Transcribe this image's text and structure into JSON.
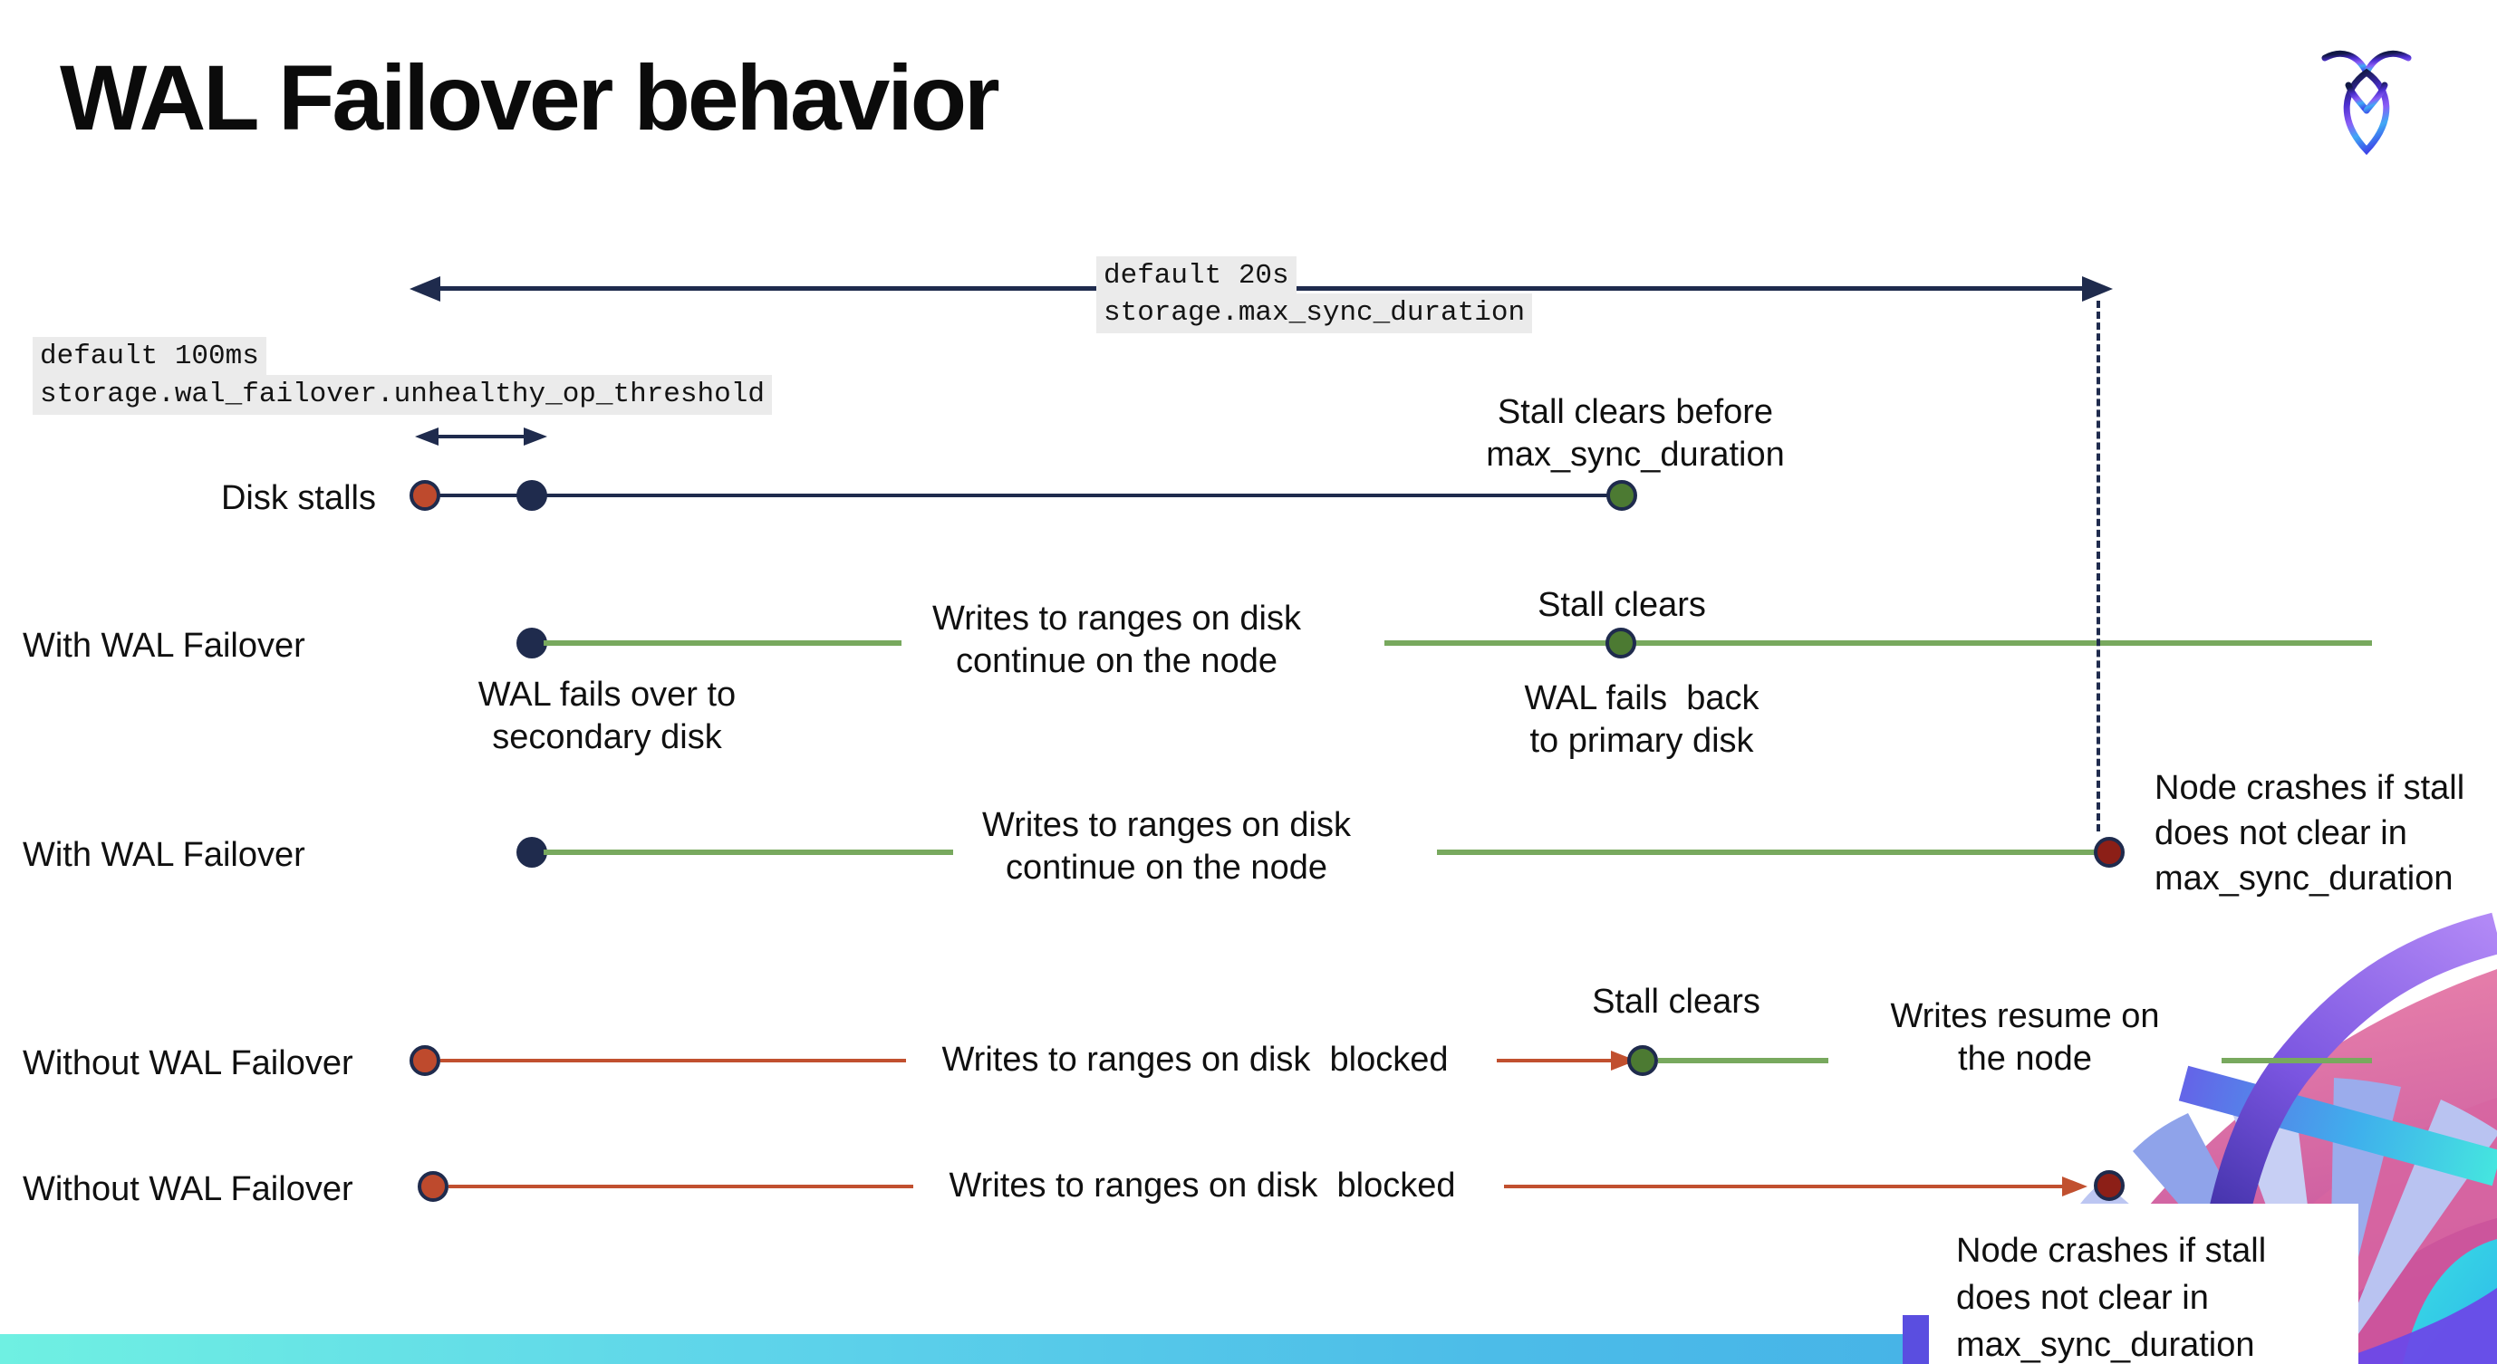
{
  "header": {
    "title": "WAL Failover behavior",
    "logo_icon": "cockroachdb-logo"
  },
  "settings": {
    "max_sync": {
      "default_label": "default 20s",
      "setting_name": "storage.max_sync_duration"
    },
    "unhealthy_op": {
      "default_label": "default 100ms",
      "setting_name": "storage.wal_failover.unhealthy_op_threshold"
    }
  },
  "rows": [
    {
      "label": "Disk stalls",
      "annotation": "Stall clears before\nmax_sync_duration"
    },
    {
      "label": "With WAL Failover",
      "failover_note": "WAL fails over to\nsecondary disk",
      "writes_note": "Writes to ranges on disk\ncontinue on the node",
      "stall_note": "Stall clears",
      "failback_note": "WAL fails  back\nto primary disk"
    },
    {
      "label": "With WAL Failover",
      "writes_note": "Writes to ranges on disk\ncontinue on the node",
      "crash_note": "Node crashes if stall\ndoes not clear in\nmax_sync_duration"
    },
    {
      "label": "Without WAL Failover",
      "writes_note": "Writes to ranges on disk  blocked",
      "stall_note": "Stall clears",
      "resume_note": "Writes resume on\nthe node"
    },
    {
      "label": "Without WAL Failover",
      "writes_note": "Writes to ranges on disk  blocked",
      "crash_note": "Node crashes if stall\ndoes not clear in\nmax_sync_duration"
    }
  ],
  "colors": {
    "navy": "#1F2B4D",
    "green_line": "#78A95E",
    "green_dot": "#4C7A32",
    "red_line": "#C1502F",
    "red_dot": "#BE4A2D",
    "dark_red_dot": "#8C1F17",
    "code_background": "#EBEBEB",
    "bottom_bar_left": "#6FF0E2",
    "bottom_bar_right": "#3FA9E6"
  }
}
